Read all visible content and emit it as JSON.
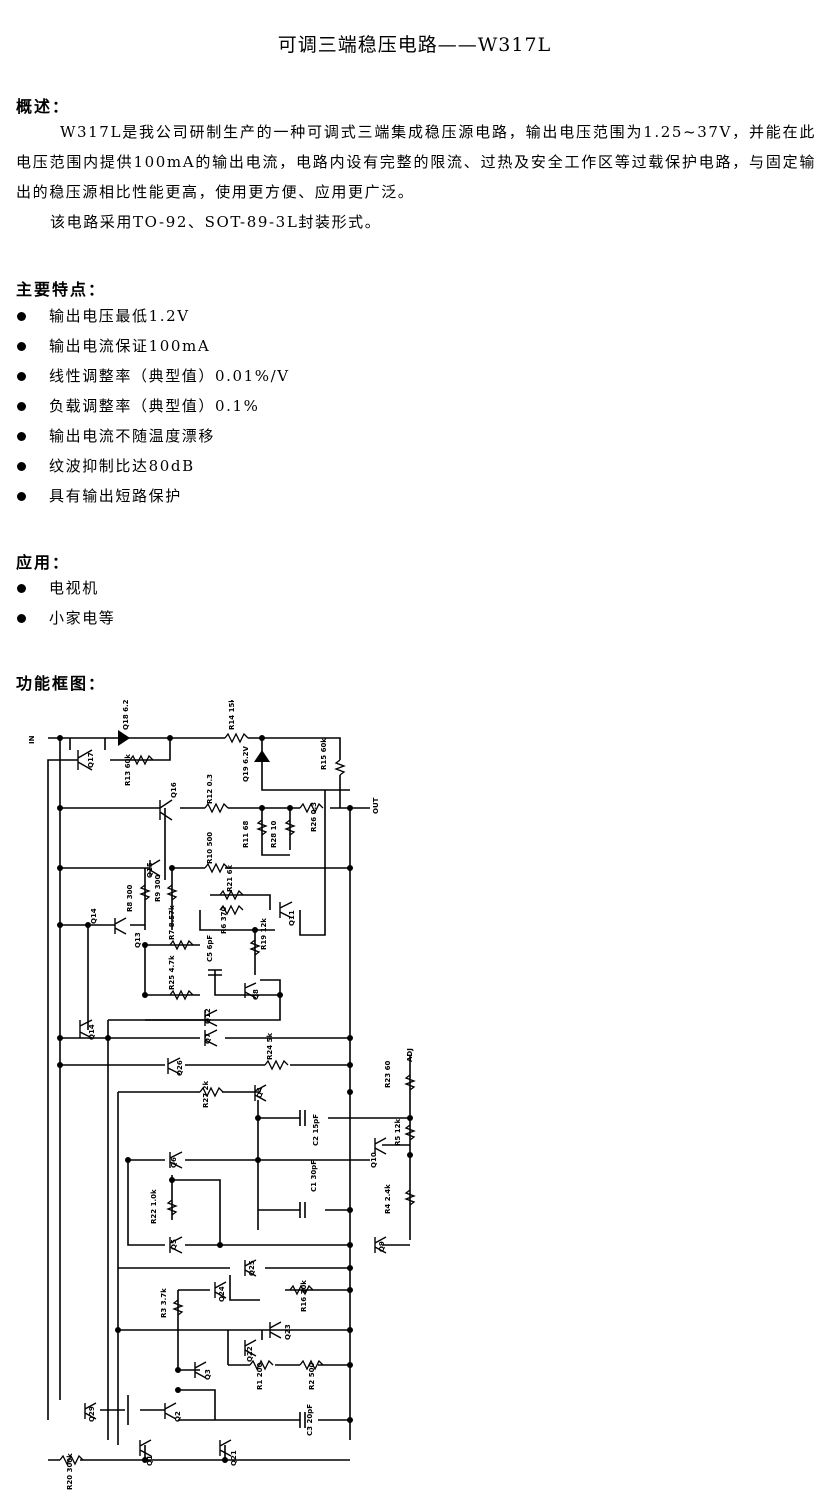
{
  "title": "可调三端稳压电路——W317L",
  "overview": {
    "heading": "概述：",
    "para1": "W317L是我公司研制生产的一种可调式三端集成稳压源电路，输出电压范围为1.25~37V，并能在此电压范围内提供100mA的输出电流，电路内设有完整的限流、过热及安全工作区等过载保护电路，与固定输出的稳压源相比性能更高，使用更方便、应用更广泛。",
    "para2": "该电路采用TO-92、SOT-89-3L封装形式。"
  },
  "features": {
    "heading": "主要特点：",
    "items": [
      "输出电压最低1.2V",
      "输出电流保证100mA",
      "线性调整率（典型值）0.01%/V",
      "负载调整率（典型值）0.1%",
      "输出电流不随温度漂移",
      "纹波抑制比达80dB",
      "具有输出短路保护"
    ]
  },
  "applications": {
    "heading": "应用：",
    "items": [
      "电视机",
      "小家电等"
    ]
  },
  "diagram": {
    "heading": "功能框图：",
    "pins": [
      "IN",
      "OUT",
      "ADJ"
    ],
    "labels": [
      "Q18 6.2V",
      "R14 15k",
      "Q17",
      "R13 60k",
      "Q19 6.2V",
      "R15 60k",
      "Q16",
      "R12 0.3",
      "R11 68",
      "R28 10",
      "R26 0.3",
      "R10 500",
      "Q15",
      "R8 300",
      "R9 300",
      "R21 6k",
      "Q11",
      "Q14",
      "Q13",
      "R7 8.57k",
      "R6 370",
      "R19 12k",
      "C5 6pF",
      "R25 4.7k",
      "Q8",
      "Q12",
      "Q14",
      "Q7",
      "R24 5k",
      "Q26",
      "R27 2k",
      "Q4",
      "R23 60",
      "C2 15pF",
      "R5 12k",
      "Q6",
      "Q10",
      "C1 30pF",
      "R22 1.0k",
      "R4 2.4k",
      "Q5",
      "Q9",
      "Q25",
      "Q24",
      "R3 3.7k",
      "R16 30k",
      "Q23",
      "Q22",
      "Q3",
      "R1 200",
      "R2 500",
      "Q29",
      "Q2",
      "C3 20pF",
      "Q1",
      "Q21",
      "R20 300k"
    ]
  }
}
